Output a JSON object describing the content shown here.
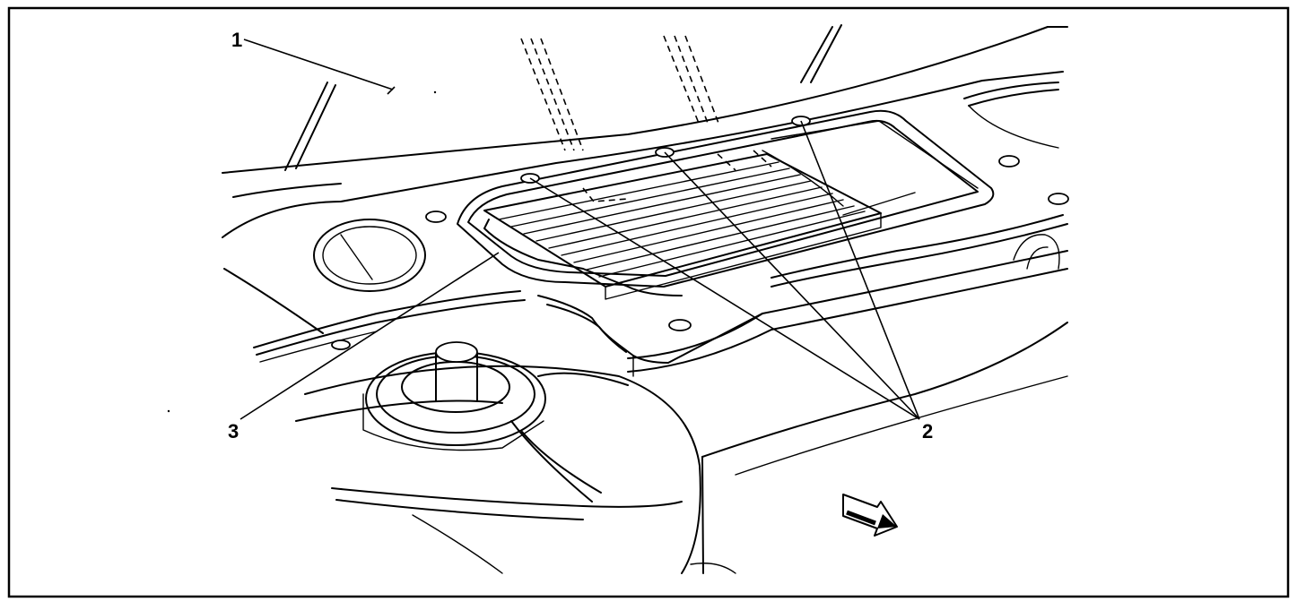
{
  "callouts": {
    "c1": "1",
    "c2": "2",
    "c3": "3"
  },
  "icons": {
    "direction_arrow": "forward-arrow-icon"
  }
}
